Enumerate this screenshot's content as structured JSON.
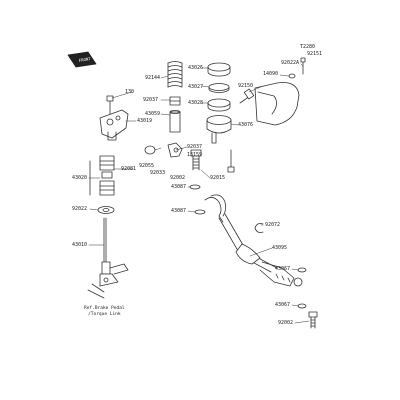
{
  "diagram_code": "T2280",
  "front_label": "FRONT",
  "note": {
    "line1": "Ref.Brake Pedal",
    "line2": "/Torque Link"
  },
  "parts": {
    "p92151": "92151",
    "p92022a": "92022A",
    "p14090": "14090",
    "p92144": "92144",
    "p43026": "43026",
    "p92150": "92150",
    "p43027": "43027",
    "p130": "130",
    "p92037a": "92037",
    "p43028": "43028",
    "p43059": "43059",
    "p43076": "43076",
    "p43019": "43019",
    "p92037b": "92037",
    "p13159": "13159",
    "p92081": "92081",
    "p92055": "92055",
    "p92033": "92033",
    "p92002a": "92002",
    "p92015": "92015",
    "p43020": "43020",
    "p43087a": "43087",
    "p92022": "92022",
    "p43087b": "43087",
    "p92072": "92072",
    "p43010": "43010",
    "p43095": "43095",
    "p43067a": "43067",
    "p43067b": "43067",
    "p92002b": "92002"
  }
}
